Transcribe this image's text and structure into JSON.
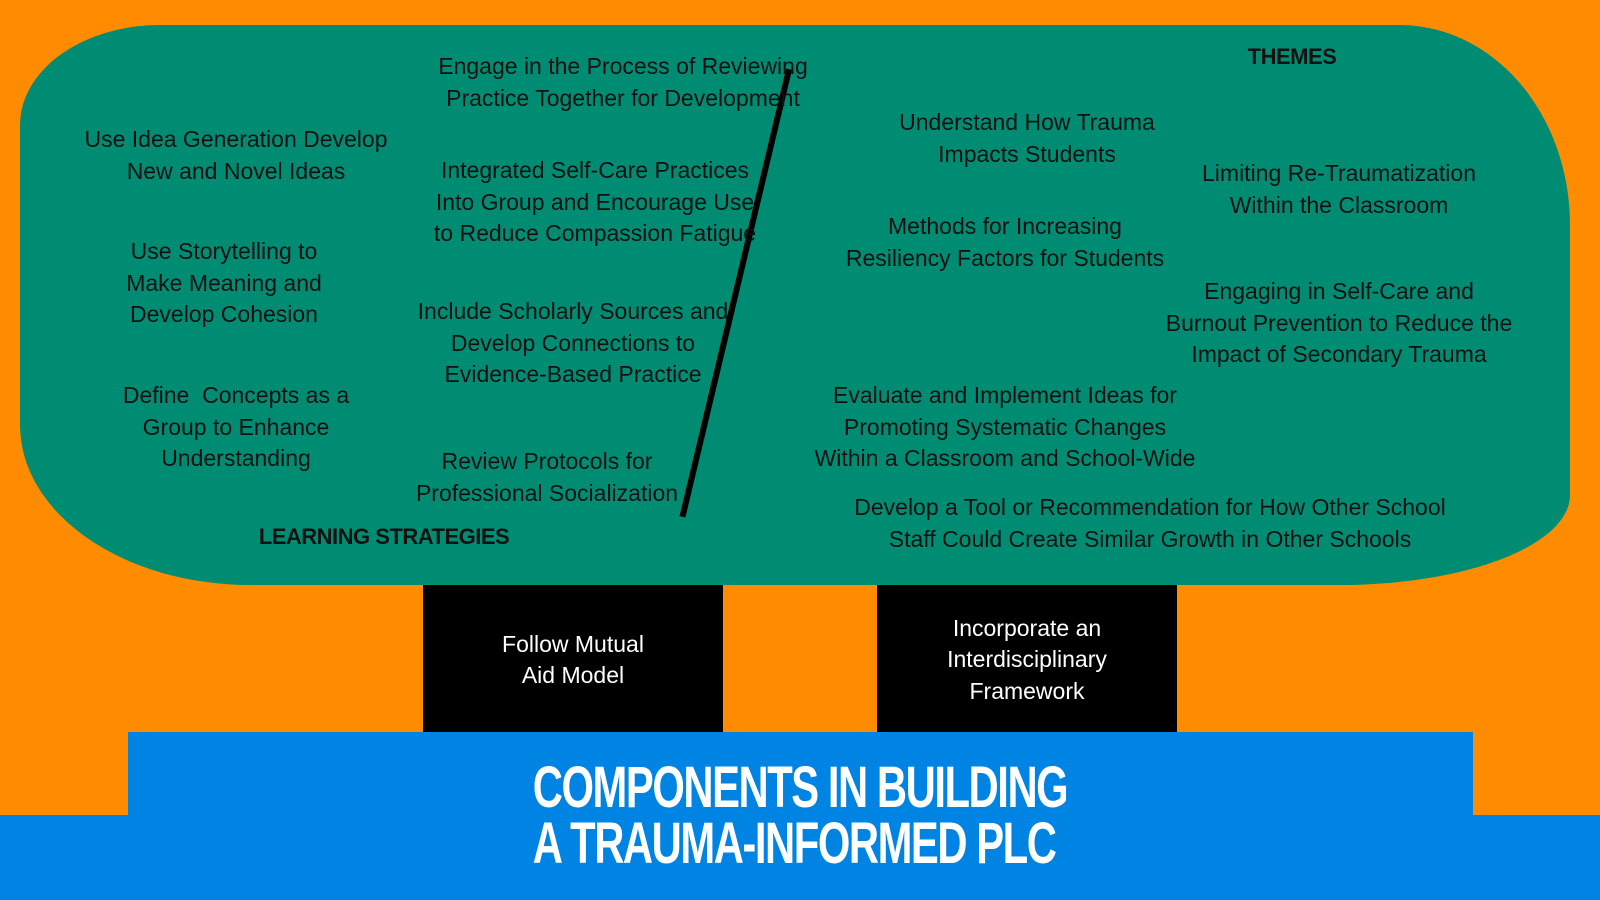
{
  "colors": {
    "background": "#FF8C00",
    "blob": "#008C72",
    "pillar": "#000000",
    "base": "#0084E3"
  },
  "labels": {
    "themes": "THEMES",
    "learning_strategies": "LEARNING STRATEGIES"
  },
  "learning_strategies": [
    "Engage in the Process of Reviewing\nPractice Together for Development",
    "Use Idea Generation Develop\nNew and Novel Ideas",
    "Integrated Self-Care Practices\nInto Group and Encourage Use\nto Reduce Compassion Fatigue",
    "Use Storytelling to\nMake Meaning and\nDevelop Cohesion",
    "Include Scholarly Sources and\nDevelop Connections to\nEvidence-Based Practice",
    "Define  Concepts as a\nGroup to Enhance\nUnderstanding",
    "Review Protocols for\nProfessional Socialization"
  ],
  "themes": [
    "Understand How Trauma\nImpacts Students",
    "Limiting Re-Traumatization\nWithin the Classroom",
    "Methods for Increasing\nResiliency Factors for Students",
    "Engaging in Self-Care and\nBurnout Prevention to Reduce the\nImpact of Secondary Trauma",
    "Evaluate and Implement Ideas for\nPromoting Systematic Changes\nWithin a Classroom and School-Wide",
    "Develop a Tool or Recommendation for How Other School\nStaff Could Create Similar Growth in Other Schools"
  ],
  "pillars": [
    "Follow Mutual\nAid Model",
    "Incorporate an\nInterdisciplinary\nFramework"
  ],
  "title": "COMPONENTS IN BUILDING\nA TRAUMA-INFORMED PLC"
}
